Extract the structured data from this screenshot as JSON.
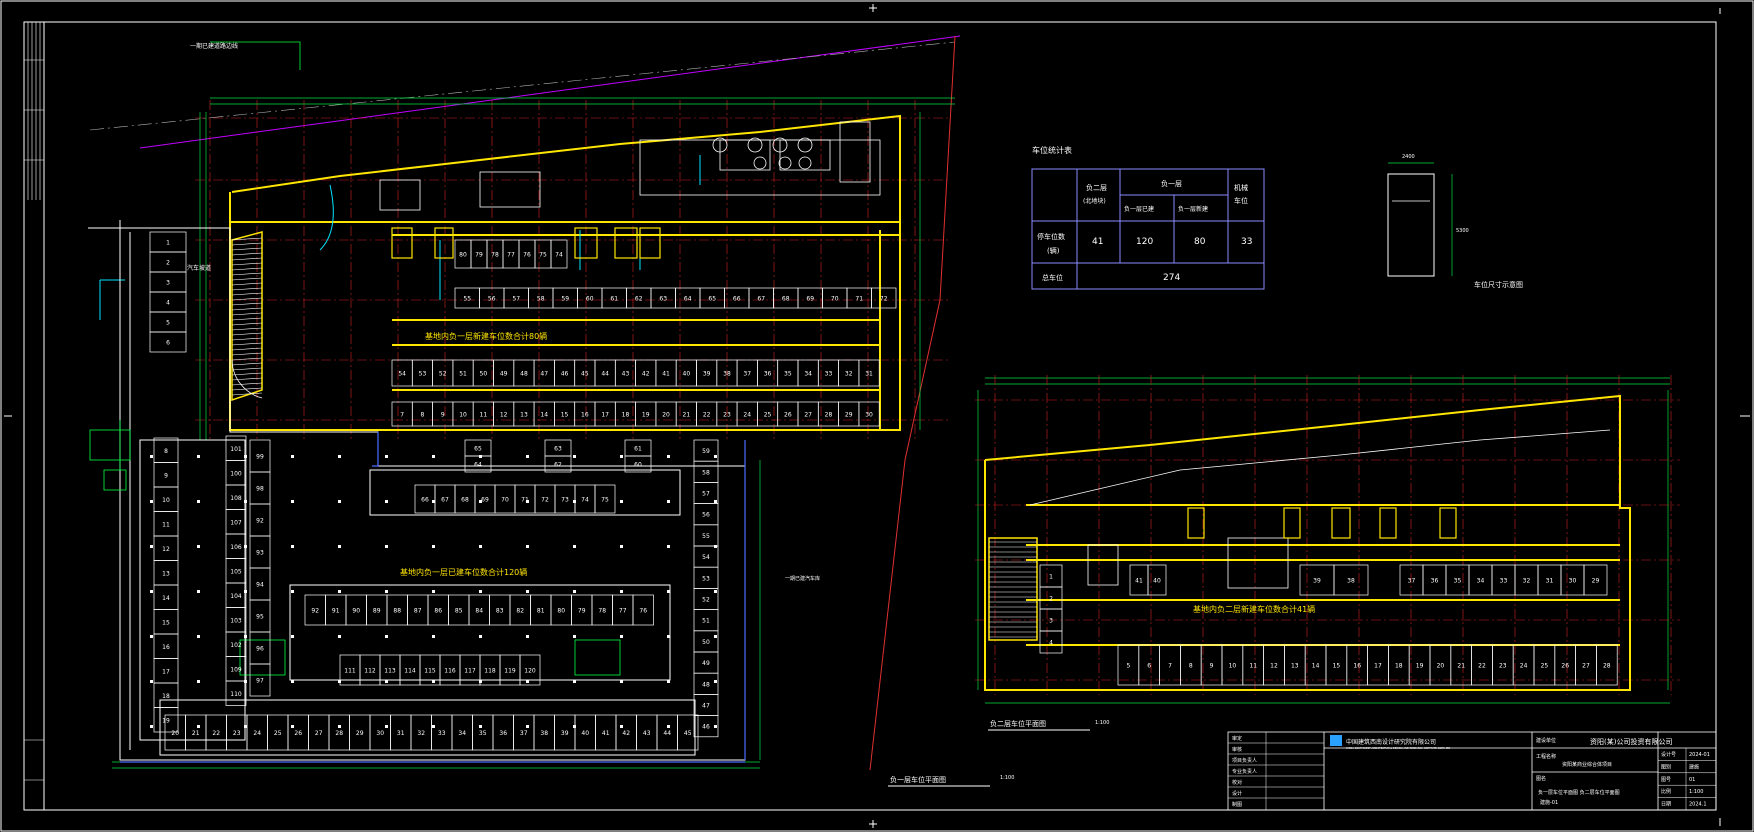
{
  "stats_table": {
    "title": "车位统计表",
    "col_b2": "负二层\n(北地块)",
    "col_b1": "负一层",
    "sub_b1_old": "负一层已建",
    "sub_b1_new": "负一层新建",
    "col_mech": "机械\n车位",
    "row_count": "停车位数\n(辆)",
    "v_b2": "41",
    "v_b1_old": "120",
    "v_b1_new": "80",
    "v_mech": "33",
    "row_total": "总车位",
    "v_total": "274"
  },
  "dimension_diagram": {
    "width": "2400",
    "height": "5300",
    "caption": "车位尺寸示意图"
  },
  "plans": {
    "b1_new_note": "基地内负一层新建车位数合计80辆",
    "b1_old_note": "基地内负一层已建车位数合计120辆",
    "b2_note": "基地内负二层新建车位数合计41辆",
    "b1_caption": "负一层车位平面图",
    "b2_caption": "负二层车位平面图",
    "road_label": "一期已建道路边线",
    "ramp_label": "汽车坡道",
    "scale": "1:100",
    "garage_label": "一期已建汽车库"
  },
  "slots": {
    "b1_top_row": [
      "80",
      "79",
      "78",
      "77",
      "76",
      "75",
      "74"
    ],
    "b1_top_row2": [
      "55",
      "56",
      "57",
      "58",
      "59",
      "60",
      "61",
      "62",
      "63",
      "64",
      "65",
      "66",
      "67",
      "68",
      "69",
      "70",
      "71",
      "72"
    ],
    "b1_mid_row": [
      "54",
      "53",
      "52",
      "51",
      "50",
      "49",
      "48",
      "47",
      "46",
      "45",
      "44",
      "43",
      "42",
      "41",
      "40",
      "39",
      "38",
      "37",
      "36",
      "35",
      "34",
      "33",
      "32",
      "31"
    ],
    "b1_low_row": [
      "7",
      "8",
      "9",
      "10",
      "11",
      "12",
      "13",
      "14",
      "15",
      "16",
      "17",
      "18",
      "19",
      "20",
      "21",
      "22",
      "23",
      "24",
      "25",
      "26",
      "27",
      "28",
      "29",
      "30"
    ],
    "b1_left_col": [
      "1",
      "2",
      "3",
      "4",
      "5",
      "6"
    ],
    "old_left_col": [
      "101",
      "100",
      "108",
      "107",
      "106",
      "105",
      "104",
      "103",
      "102",
      "109",
      "110"
    ],
    "old_left_col2": [
      "99",
      "98",
      "92",
      "93",
      "94",
      "95",
      "96",
      "97"
    ],
    "old_edge_col": [
      "8",
      "9",
      "10",
      "11",
      "12",
      "13",
      "14",
      "15",
      "16",
      "17",
      "18",
      "19"
    ],
    "old_right_col": [
      "59",
      "58",
      "57",
      "56",
      "55",
      "54",
      "53",
      "52",
      "51",
      "50",
      "49",
      "48",
      "47",
      "46"
    ],
    "old_top_row": [
      "66",
      "67",
      "68",
      "69",
      "70",
      "71",
      "72",
      "73",
      "74",
      "75"
    ],
    "old_mid_row": [
      "92",
      "91",
      "90",
      "89",
      "88",
      "87",
      "86",
      "85",
      "84",
      "83",
      "82",
      "81",
      "80",
      "79",
      "78",
      "77",
      "76"
    ],
    "old_low_row": [
      "111",
      "112",
      "113",
      "114",
      "115",
      "116",
      "117",
      "118",
      "119",
      "120"
    ],
    "old_bottom_row": [
      "20",
      "21",
      "22",
      "23",
      "24",
      "25",
      "26",
      "27",
      "28",
      "29",
      "30",
      "31",
      "32",
      "33",
      "34",
      "35",
      "36",
      "37",
      "38",
      "39",
      "40",
      "41",
      "42",
      "43",
      "44",
      "45"
    ],
    "old_misc": [
      "65",
      "64",
      "63",
      "62",
      "61",
      "60"
    ],
    "b2_left_col": [
      "1",
      "2",
      "3",
      "4"
    ],
    "b2_top_row": [
      "41",
      "40",
      "39",
      "38",
      "37",
      "36",
      "35",
      "34",
      "33",
      "32",
      "31",
      "30",
      "29"
    ],
    "b2_bottom_row": [
      "5",
      "6",
      "7",
      "8",
      "9",
      "10",
      "11",
      "12",
      "13",
      "14",
      "15",
      "16",
      "17",
      "18",
      "19",
      "20",
      "21",
      "22",
      "23",
      "24",
      "25",
      "26",
      "27",
      "28"
    ]
  },
  "title_block": {
    "company": "中国建筑西南设计研究院有限公司",
    "company_en": "CHINA SOUTHWEST ARCHITECTURAL DESIGN AND RESEARCH INSTITUTE CORP. LTD",
    "client": "资阳(某)公司投资有限公司",
    "project": "资阳某商业综合体项目",
    "drawing_title": "负一层车位平面图 负二层车位平面图",
    "drawing_no": "建施-01",
    "label_a": "建设单位",
    "label_b": "工程名称",
    "label_c": "图名",
    "sign_rows": [
      "审定",
      "审核",
      "项目负责人",
      "专业负责人",
      "校对",
      "设计",
      "制图"
    ],
    "right_rows": [
      "设计号",
      "图别",
      "图号",
      "比例",
      "日期"
    ],
    "right_vals": [
      "2024-01",
      "建施",
      "01",
      "1:100",
      "2024.1"
    ]
  }
}
